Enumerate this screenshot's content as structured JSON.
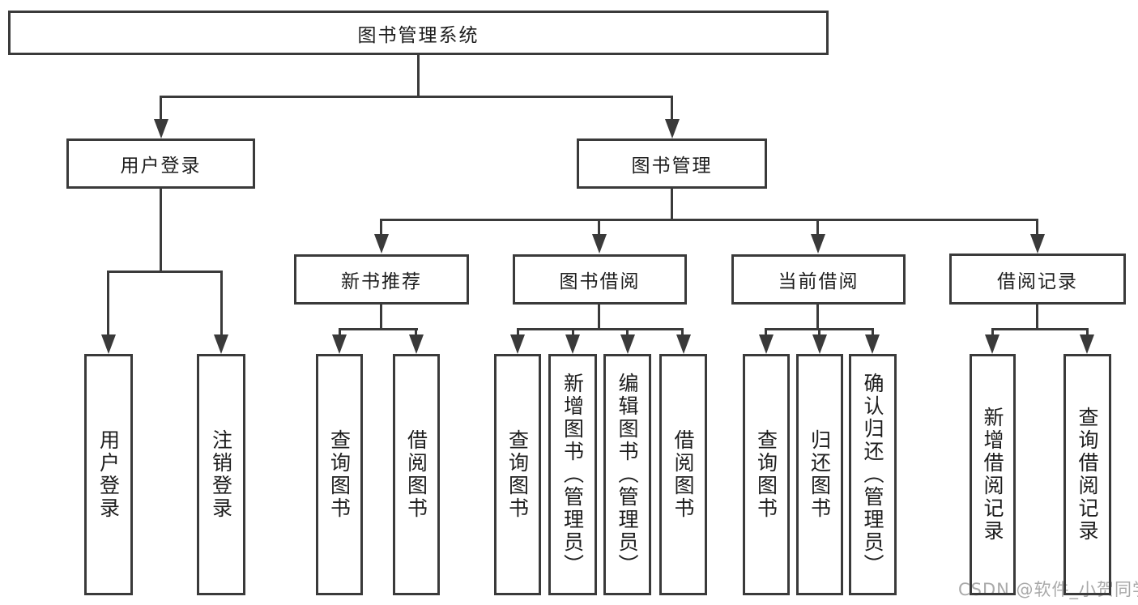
{
  "diagram_title": "图书管理系统",
  "colors": {
    "line": "#3a3a3a",
    "text": "#1d1d1d",
    "background": "#ffffff",
    "watermark": "#a9a9a9"
  },
  "nodes": {
    "root": {
      "label": "图书管理系统"
    },
    "user_login": {
      "label": "用户登录"
    },
    "book_management": {
      "label": "图书管理"
    },
    "new_book_recommend": {
      "label": "新书推荐"
    },
    "book_borrowing": {
      "label": "图书借阅"
    },
    "current_borrowing": {
      "label": "当前借阅"
    },
    "borrowing_records": {
      "label": "借阅记录"
    },
    "leaf_user_login": {
      "label": "用户登录"
    },
    "leaf_logout": {
      "label": "注销登录"
    },
    "leaf_nbr_query_books": {
      "label": "查询图书"
    },
    "leaf_nbr_borrow_books": {
      "label": "借阅图书"
    },
    "leaf_bb_query_books": {
      "label": "查询图书"
    },
    "leaf_bb_add_books": {
      "label": "新增图书（管理员）"
    },
    "leaf_bb_edit_books": {
      "label": "编辑图书（管理员）"
    },
    "leaf_bb_borrow_books": {
      "label": "借阅图书"
    },
    "leaf_cb_query_books": {
      "label": "查询图书"
    },
    "leaf_cb_return_books": {
      "label": "归还图书"
    },
    "leaf_cb_confirm_return": {
      "label": "确认归还（管理员）"
    },
    "leaf_br_add_record": {
      "label": "新增借阅记录"
    },
    "leaf_br_query_record": {
      "label": "查询借阅记录"
    }
  },
  "watermark": {
    "text": "CSDN @软件_小贺同学"
  }
}
